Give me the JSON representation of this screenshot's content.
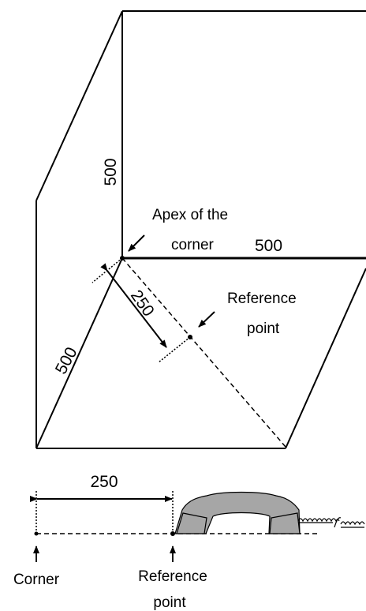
{
  "figure": {
    "box_dimensions": {
      "height_label": "500",
      "width_label": "500",
      "depth_label": "500"
    },
    "apex_label": {
      "line1": "Apex of the",
      "line2": "corner"
    },
    "reference_distance_label": "250",
    "reference_point_label": {
      "line1": "Reference",
      "line2": "point"
    },
    "bottom_view": {
      "distance_label": "250",
      "corner_label": "Corner",
      "reference_point_label": {
        "line1": "Reference",
        "line2": "point"
      }
    },
    "colors": {
      "line": "#000000",
      "handset_fill": "#a6a6a6",
      "background": "#ffffff"
    },
    "icons": [
      "telephone-handset-icon",
      "coiled-cord-icon",
      "arrow-icon"
    ]
  }
}
